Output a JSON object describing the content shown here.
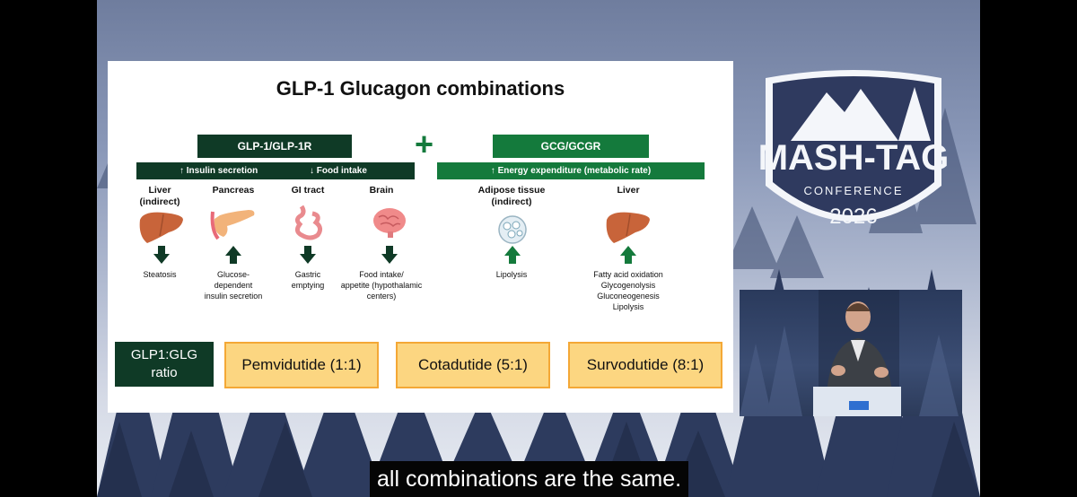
{
  "slide": {
    "title": "GLP-1 Glucagon combinations",
    "left_header": "GLP-1/GLP-1R",
    "left_subheader_1": "↑ Insulin secretion",
    "left_subheader_2": "↓ Food intake",
    "right_header": "GCG/GCGR",
    "right_subheader": "↑ Energy expenditure (metabolic rate)",
    "plus": "+",
    "organs": [
      {
        "label": "Liver\n(indirect)",
        "arrow": "down",
        "effect": "Steatosis"
      },
      {
        "label": "Pancreas",
        "arrow": "up",
        "effect": "Glucose-\ndependent\ninsulin secretion"
      },
      {
        "label": "GI tract",
        "arrow": "down",
        "effect": "Gastric\nemptying"
      },
      {
        "label": "Brain",
        "arrow": "down",
        "effect": "Food intake/\nappetite (hypothalamic\ncenters)"
      },
      {
        "label": "Adipose tissue\n(indirect)",
        "arrow": "up",
        "effect": "Lipolysis"
      },
      {
        "label": "Liver",
        "arrow": "up",
        "effect": "Fatty acid oxidation\nGlycogenolysis\nGluconeogenesis\nLipolysis"
      }
    ],
    "ratio_label": "GLP1:GLG\nratio",
    "drugs": [
      "Pemvidutide (1:1)",
      "Cotadutide (5:1)",
      "Survodutide (8:1)"
    ]
  },
  "logo": {
    "line1": "MASH-TAG",
    "line2": "CONFERENCE",
    "line3": "2026"
  },
  "caption": "all combinations are the same.",
  "colors": {
    "dark_green": "#0f3a26",
    "green": "#147a3c",
    "drug_fill": "#fcd681",
    "drug_border": "#f4a836",
    "logo_navy": "#2f3a5f"
  }
}
